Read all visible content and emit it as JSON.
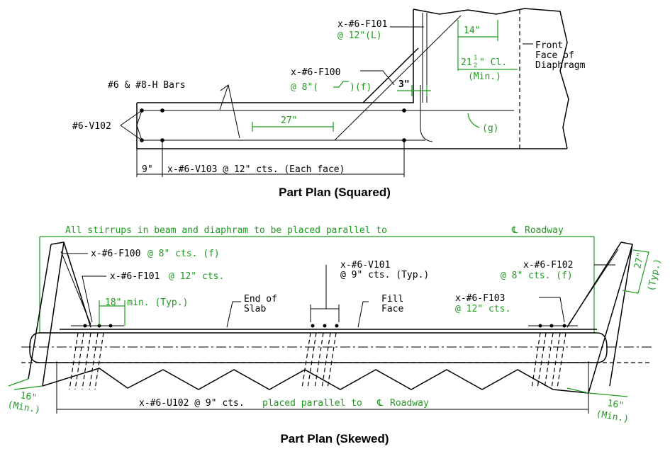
{
  "colors": {
    "annotation": "#1f9b1f",
    "linework": "#000000"
  },
  "squared": {
    "caption": "Part Plan (Squared)",
    "label_f101": "x-#6-F101",
    "label_f101_spacing": "@ 12\"(L)",
    "dim_14": "14\"",
    "dim_21_whole": "21",
    "dim_21_frac_num": "1",
    "dim_21_frac_den": "2",
    "dim_21_suffix": "\" Cl.",
    "dim_21_min": "(Min.)",
    "front_face_1": "Front",
    "front_face_2": "Face of",
    "front_face_3": "Diaphragm",
    "label_f100": "x-#6-F100",
    "label_f100_spacing": "@ 8\"(",
    "label_f100_spacing_end": ")(f)",
    "dim_3": "3\"",
    "h_bars": "#6 & #8-H Bars",
    "v102": "#6-V102",
    "dim_27": "27\"",
    "note_g": "(g)",
    "dim_9": "9\"",
    "v103": "x-#6-V103 @ 12\" cts. (Each face)"
  },
  "skewed": {
    "caption": "Part Plan (Skewed)",
    "top_note_pre": "All stirrups in beam and diaphram to be placed parallel to",
    "top_note_post": "Roadway",
    "cl_symbol": "℄",
    "f100": "x-#6-F100",
    "f100_spacing": "@ 8\" cts. (f)",
    "f101": "x-#6-F101",
    "f101_spacing": "@ 12\" cts.",
    "min_18": "18\" min. (Typ.)",
    "end_slab_1": "End of",
    "end_slab_2": "Slab",
    "v101": "x-#6-V101",
    "v101_spacing": "@ 9\" cts. (Typ.)",
    "fill_face_1": "Fill",
    "fill_face_2": "Face",
    "f102": "x-#6-F102",
    "f102_spacing": "@ 8\" cts. (f)",
    "f103": "x-#6-F103",
    "f103_spacing": "@ 12\" cts.",
    "typ_27": "27\"",
    "typ_27_b": "(Typ.)",
    "min16_left_1": "16\"",
    "min16_left_2": "(Min.)",
    "min16_right_1": "16\"",
    "min16_right_2": "(Min.)",
    "u102_black": "x-#6-U102 @ 9\" cts.",
    "u102_green": "placed parallel to",
    "u102_end": "Roadway"
  }
}
